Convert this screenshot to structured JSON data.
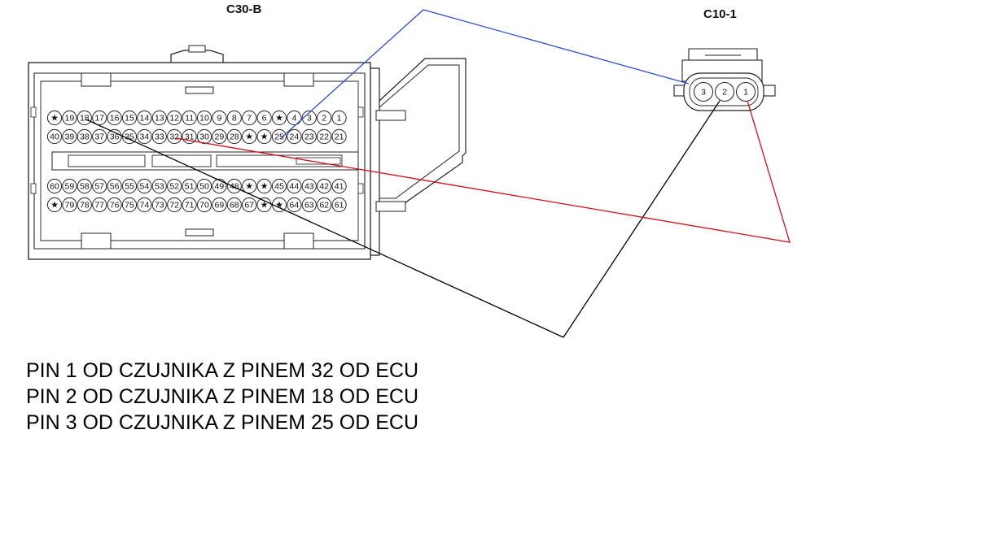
{
  "connectors": {
    "ecu": {
      "label": "C30-B",
      "rows": [
        [
          "★",
          "19",
          "18",
          "17",
          "16",
          "15",
          "14",
          "13",
          "12",
          "11",
          "10",
          "9",
          "8",
          "7",
          "6",
          "★",
          "4",
          "3",
          "2",
          "1"
        ],
        [
          "40",
          "39",
          "38",
          "37",
          "36",
          "35",
          "34",
          "33",
          "32",
          "31",
          "30",
          "29",
          "28",
          "★",
          "★",
          "25",
          "24",
          "23",
          "22",
          "21"
        ],
        [
          "60",
          "59",
          "58",
          "57",
          "56",
          "55",
          "54",
          "53",
          "52",
          "51",
          "50",
          "49",
          "48",
          "★",
          "★",
          "45",
          "44",
          "43",
          "42",
          "41"
        ],
        [
          "★",
          "79",
          "78",
          "77",
          "76",
          "75",
          "74",
          "73",
          "72",
          "71",
          "70",
          "69",
          "68",
          "67",
          "★",
          "★",
          "64",
          "63",
          "62",
          "61"
        ]
      ]
    },
    "sensor": {
      "label": "C10-1",
      "pins": [
        "3",
        "2",
        "1"
      ]
    }
  },
  "wires": [
    {
      "from_pin": "3",
      "to_pin": "25",
      "color": "#2f4fd0"
    },
    {
      "from_pin": "2",
      "to_pin": "18",
      "color": "#000000"
    },
    {
      "from_pin": "1",
      "to_pin": "32",
      "color": "#d0101c"
    }
  ],
  "notes": [
    "PIN 1 OD CZUJNIKA Z PINEM 32 OD ECU",
    "PIN 2 OD CZUJNIKA Z PINEM 18 OD ECU",
    "PIN 3 OD CZUJNIKA Z PINEM 25 OD ECU"
  ]
}
